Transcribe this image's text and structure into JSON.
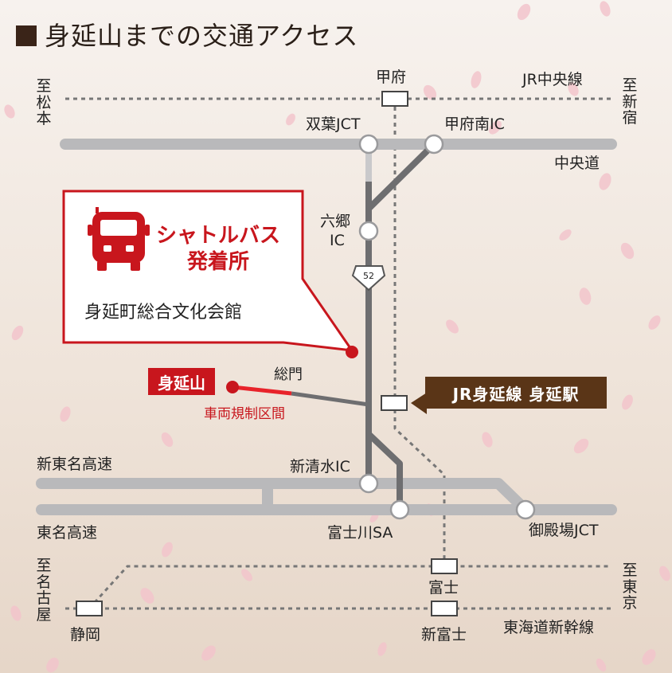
{
  "title": "身延山までの交通アクセス",
  "callout": {
    "shuttle_line1": "シャトルバス",
    "shuttle_line2": "発着所",
    "venue": "身延町総合文化会館"
  },
  "destinations": {
    "matsumoto": "至松本",
    "shinjuku": "至新宿",
    "nagoya": "至名古屋",
    "tokyo": "至東京"
  },
  "rail_lines": {
    "chuo_line": "JR中央線",
    "minobu_line": "JR身延線 身延駅",
    "tokaido_shinkansen": "東海道新幹線"
  },
  "roads": {
    "chuo_expressway": "中央道",
    "shin_tomei": "新東名高速",
    "tomei": "東名高速",
    "route_number": "52"
  },
  "stations": {
    "kofu": "甲府",
    "fuji": "富士",
    "shin_fuji": "新富士",
    "shizuoka": "静岡"
  },
  "interchanges": {
    "futaba_jct": "双葉JCT",
    "kofu_minami_ic": "甲府南IC",
    "rokugo": "六郷",
    "rokugo_ic": "IC",
    "shin_shimizu_ic": "新清水IC",
    "fujikawa_sa": "富士川SA",
    "gotemba_jct": "御殿場JCT"
  },
  "places": {
    "minobusan": "身延山",
    "somon": "総門",
    "restricted_section": "車両規制区間"
  },
  "colors": {
    "accent_red": "#c8161d",
    "brown": "#5a3517",
    "road_gray": "#b9b9bb",
    "route_dark": "#6e6e70",
    "rail_dots": "#777777",
    "petal_pink": "#f3c4cc"
  }
}
